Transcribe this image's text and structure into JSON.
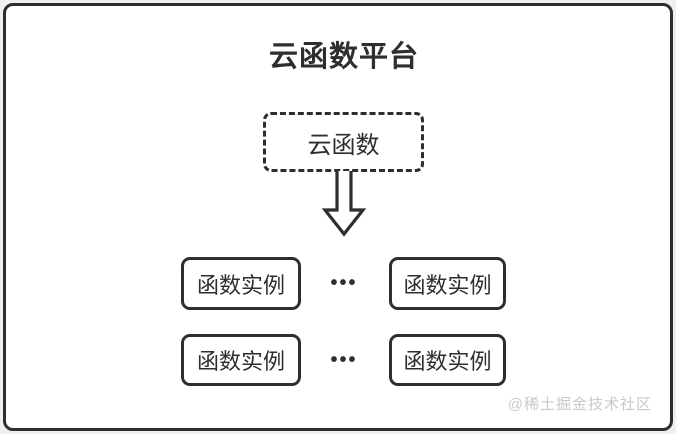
{
  "platform": {
    "title": "云函数平台",
    "source_label": "云函数",
    "watermark": "@稀土掘金技术社区"
  },
  "instances": {
    "rows": [
      {
        "left": "函数实例",
        "ellipsis": "•••",
        "right": "函数实例"
      },
      {
        "left": "函数实例",
        "ellipsis": "•••",
        "right": "函数实例"
      }
    ]
  },
  "icons": {
    "arrow": "down-arrow-icon"
  },
  "colors": {
    "stroke": "#2e2e2e",
    "text": "#2e2e2e",
    "background": "#ffffff",
    "page_background": "#efefef",
    "watermark": "#c8c8c8"
  }
}
